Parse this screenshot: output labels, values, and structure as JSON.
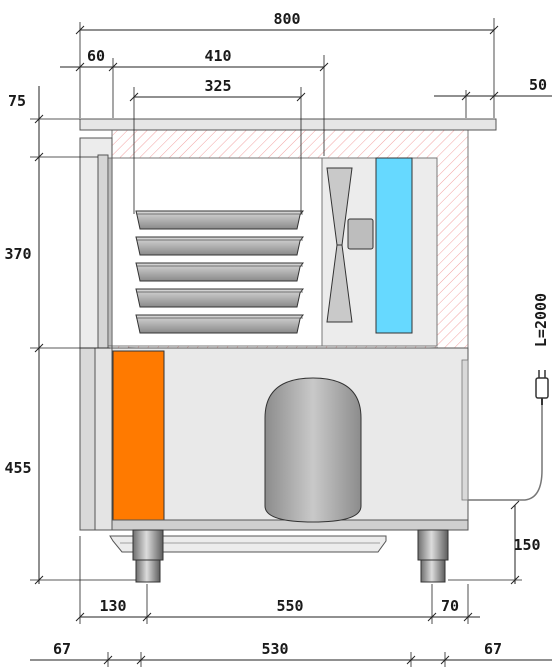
{
  "dimensions": {
    "overall_width": "800",
    "left_offset": "60",
    "chamber_depth": "410",
    "tray_width": "325",
    "top_thickness": "75",
    "top_overhang": "50",
    "chamber_height": "370",
    "base_height": "455",
    "leg_height": "150",
    "left_leg_offset": "130",
    "leg_spacing": "550",
    "right_leg_offset": "70",
    "bottom_left": "67",
    "bottom_span": "530",
    "bottom_right": "67",
    "cable_length": "L=2000"
  },
  "colors": {
    "evaporator": "#66d9ff",
    "compressor_block": "#ff7a00",
    "hatch": "#f2a3a3",
    "body": "#e9e9e9",
    "metal": "#bfbfbf"
  },
  "components": {
    "trays": 5,
    "fan": "axial-fan",
    "compressor": "compressor-tank",
    "plug": "power-plug-icon"
  }
}
